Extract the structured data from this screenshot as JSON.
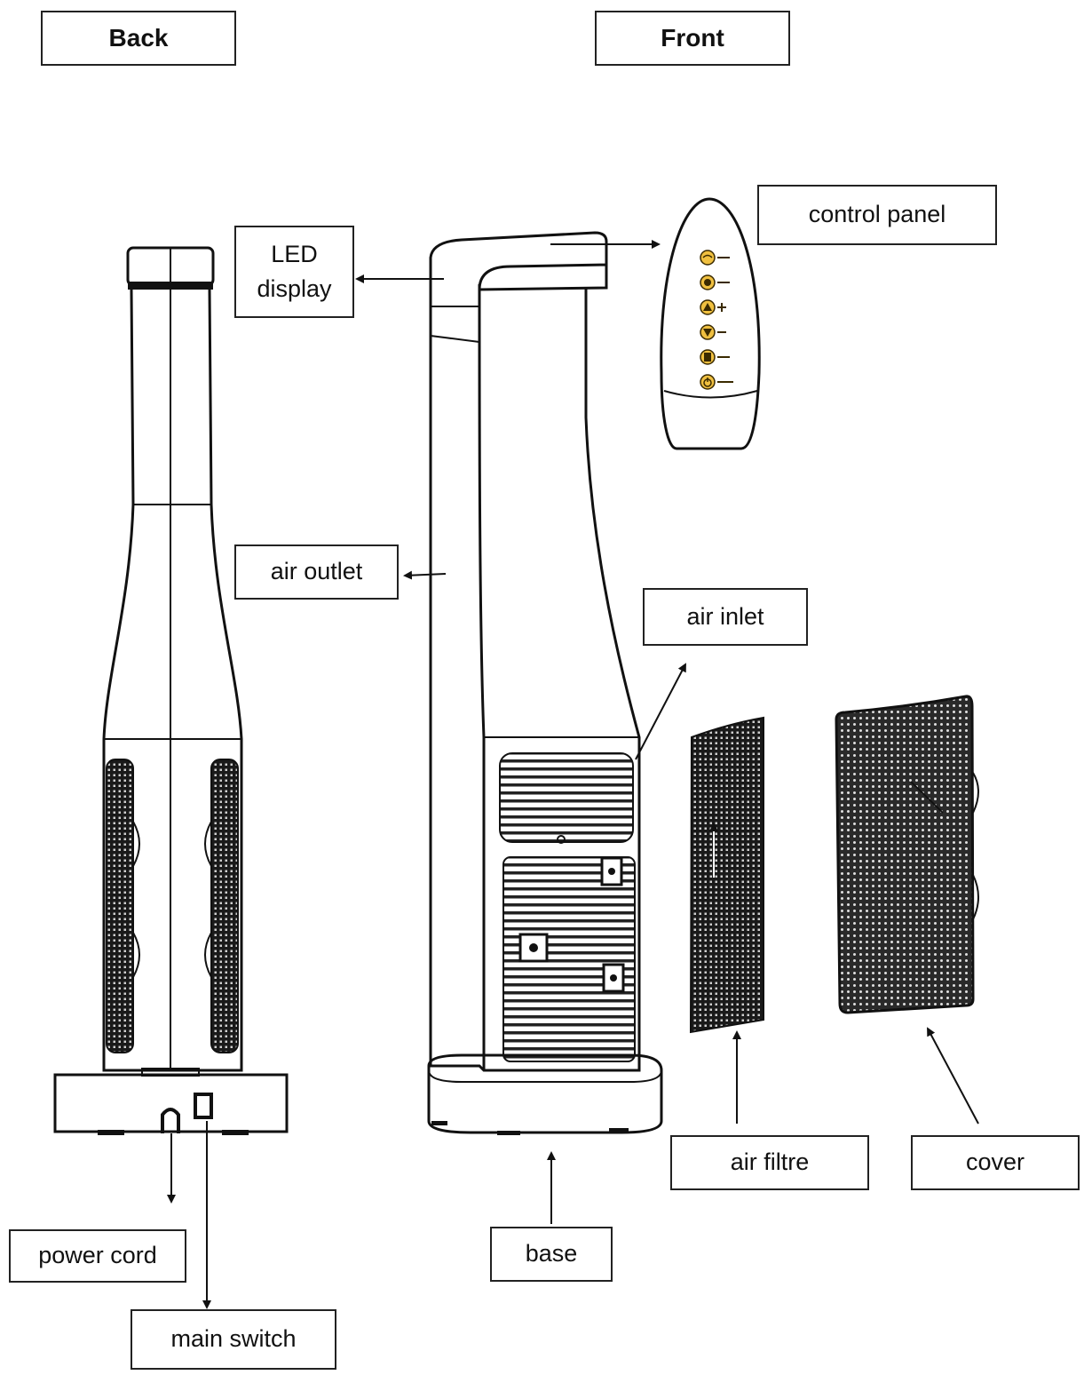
{
  "headings": {
    "back": "Back",
    "front": "Front"
  },
  "labels": {
    "led_display_line1": "LED",
    "led_display_line2": "display",
    "control_panel": "control panel",
    "air_outlet": "air outlet",
    "air_inlet": "air inlet",
    "air_filtre": "air filtre",
    "cover": "cover",
    "base": "base",
    "power_cord": "power cord",
    "main_switch": "main switch"
  },
  "colors": {
    "line": "#111111",
    "mesh": "#222222",
    "button": "#f0c040",
    "button_dark": "#3a2a00"
  },
  "control_panel_buttons": [
    "swing-icon",
    "timer-icon",
    "up-icon",
    "down-icon",
    "mode-icon",
    "power-icon"
  ]
}
